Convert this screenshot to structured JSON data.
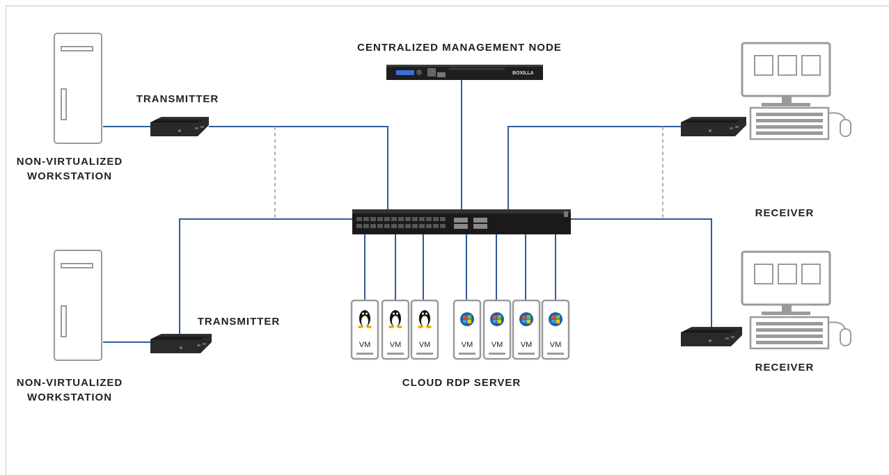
{
  "labels": {
    "management_node": "CENTRALIZED MANAGEMENT NODE",
    "transmitter_top": "TRANSMITTER",
    "transmitter_bottom": "TRANSMITTER",
    "workstation_top": "NON-VIRTUALIZED WORKSTATION",
    "workstation_bottom": "NON-VIRTUALIZED WORKSTATION",
    "receiver_top": "RECEIVER",
    "receiver_bottom": "RECEIVER",
    "cloud_server": "CLOUD RDP SERVER",
    "node_brand": "BOXILLA"
  },
  "vms": [
    {
      "label": "VM",
      "os": "linux"
    },
    {
      "label": "VM",
      "os": "linux"
    },
    {
      "label": "VM",
      "os": "linux"
    },
    {
      "label": "VM",
      "os": "windows"
    },
    {
      "label": "VM",
      "os": "windows"
    },
    {
      "label": "VM",
      "os": "windows"
    },
    {
      "label": "VM",
      "os": "windows"
    }
  ],
  "colors": {
    "link_line": "#2f5b99",
    "dashed_line": "#999999",
    "device_outline": "#9a9a9a",
    "device_dark": "#1c1c1c"
  }
}
